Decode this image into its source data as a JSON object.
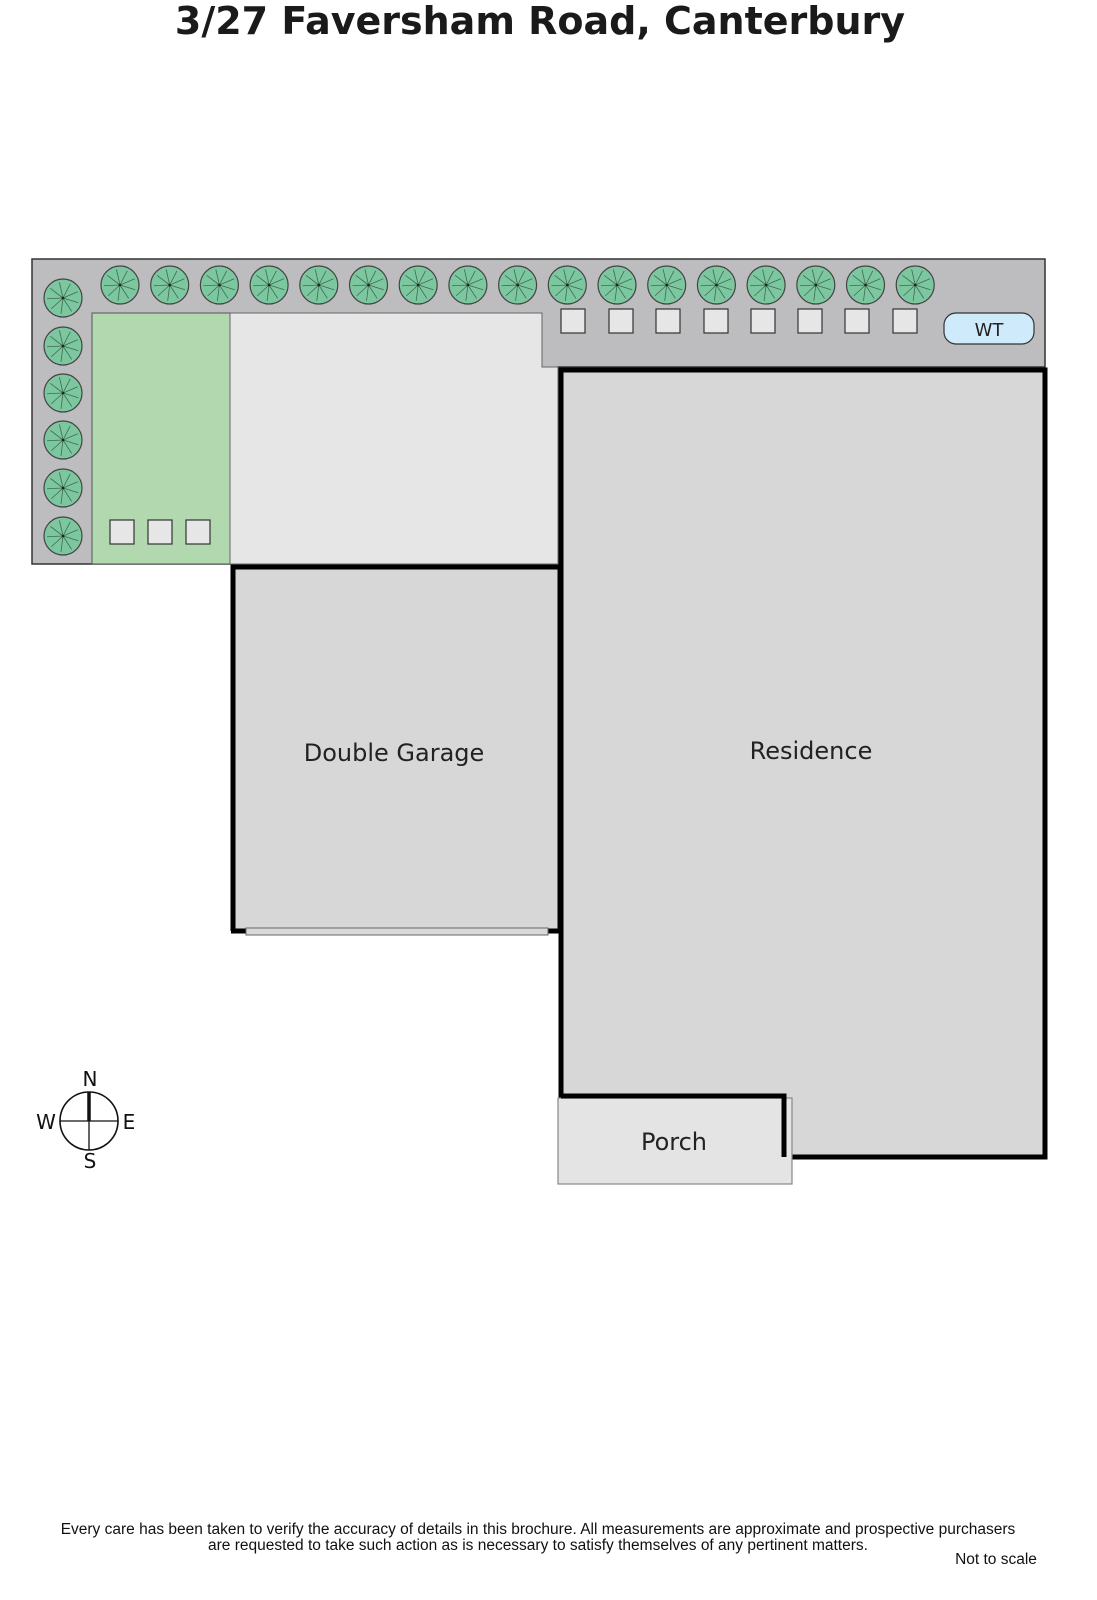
{
  "title": "3/27 Faversham Road, Canterbury",
  "rooms": {
    "garage": "Double Garage",
    "residence": "Residence",
    "porch": "Porch",
    "water_tank": "WT"
  },
  "compass": {
    "n": "N",
    "e": "E",
    "s": "S",
    "w": "W"
  },
  "footer": {
    "line1": "Every care has been taken to verify the accuracy of details in this brochure.  All measurements are approximate and prospective purchasers",
    "line2": "are requested to take such action as is necessary to satisfy themselves of any pertinent matters.",
    "scale_note": "Not to scale"
  },
  "colors": {
    "garden_bed": "#bdbdbf",
    "lawn": "#b1d8ae",
    "paving": "#e6e6e6",
    "building": "#d7d7d7",
    "tree": "#7cc79f",
    "water_tank": "#cfeafb"
  }
}
